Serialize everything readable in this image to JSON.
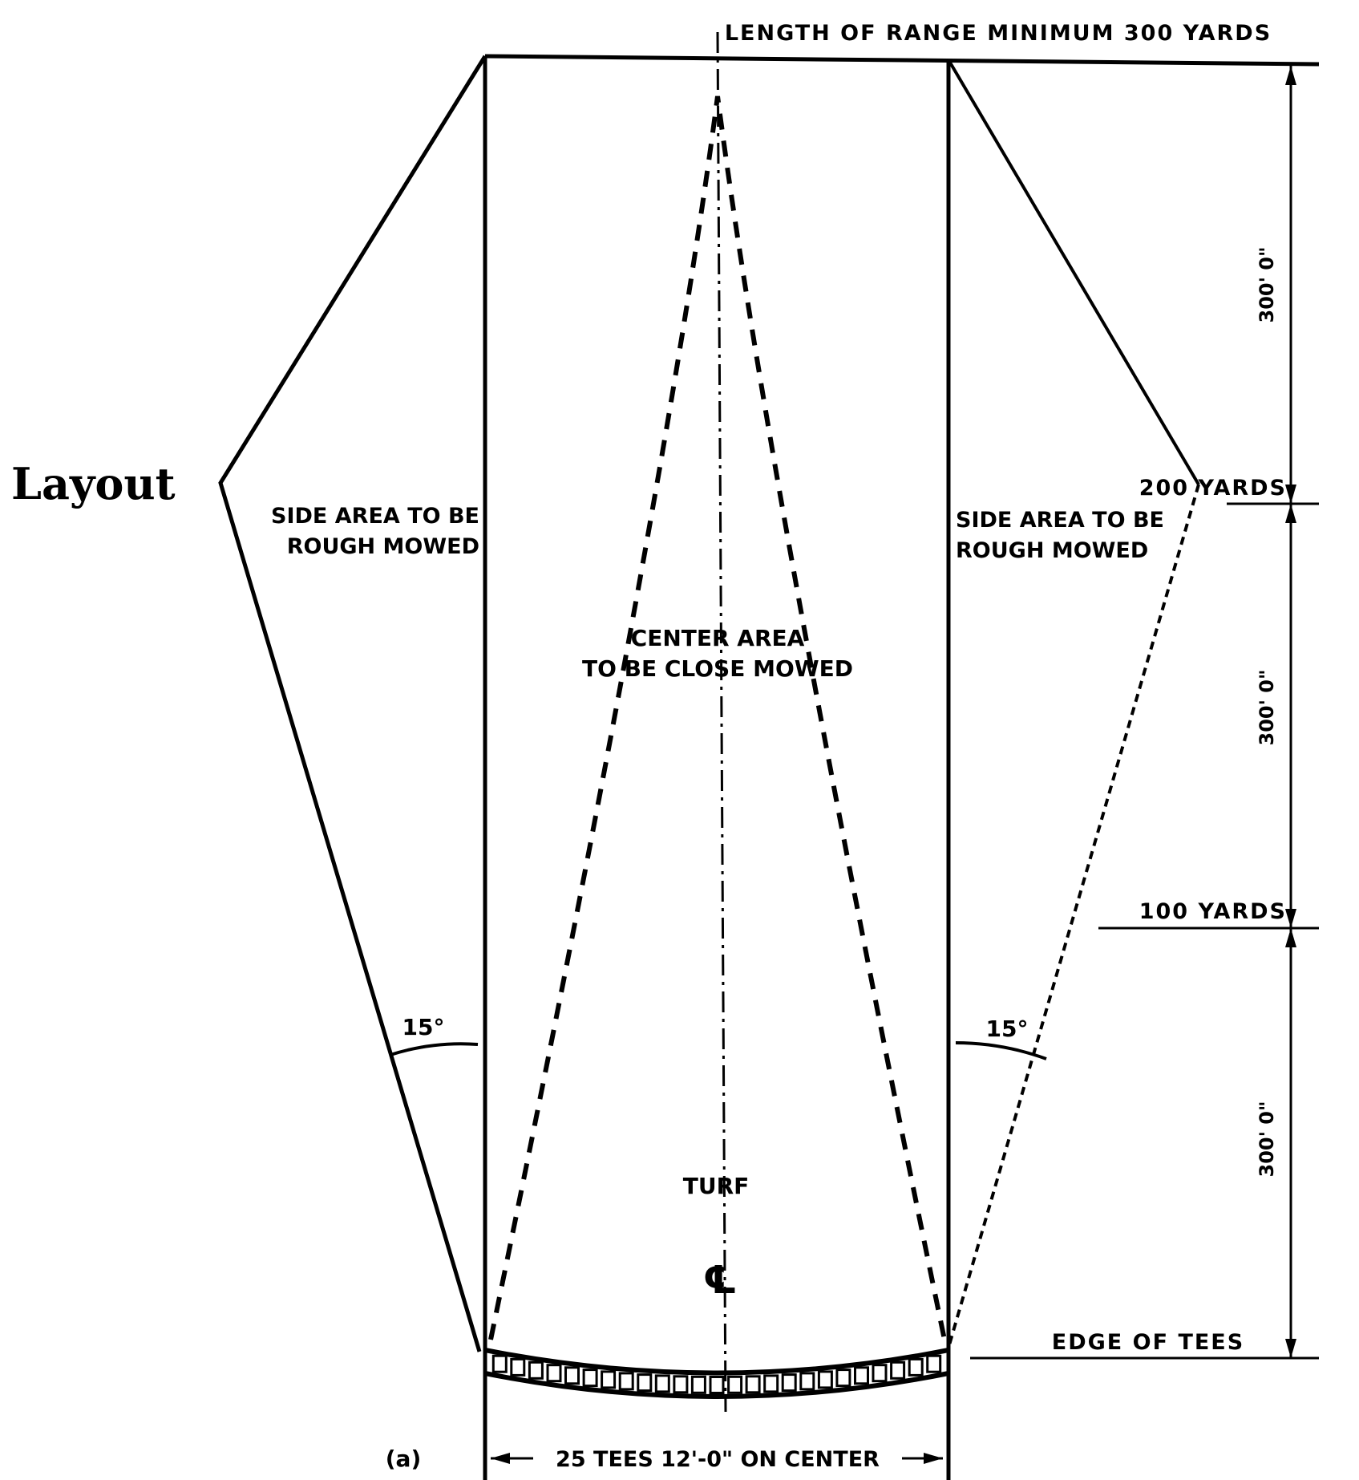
{
  "title": "Layout",
  "labels": {
    "range_length": "LENGTH OF RANGE MINIMUM 300 YARDS",
    "side_left_line1": "SIDE AREA TO BE",
    "side_left_line2": "ROUGH MOWED",
    "side_right_line1": "SIDE AREA TO BE",
    "side_right_line2": "ROUGH MOWED",
    "center_line1": "CENTER AREA",
    "center_line2": "TO BE CLOSE MOWED",
    "turf": "TURF",
    "centerline_symbol": "℄",
    "angle_left": "15°",
    "angle_right": "15°",
    "mark_200": "200 YARDS",
    "mark_100": "100 YARDS",
    "edge_of_tees": "EDGE OF TEES",
    "dim_upper": "300' 0\"",
    "dim_middle": "300' 0\"",
    "dim_lower": "300' 0\"",
    "tees": "25 TEES 12'-0\" ON CENTER",
    "figure_tag": "(a)"
  },
  "colors": {
    "ink": "#000000",
    "paper": "#ffffff"
  },
  "tees_count": 25
}
